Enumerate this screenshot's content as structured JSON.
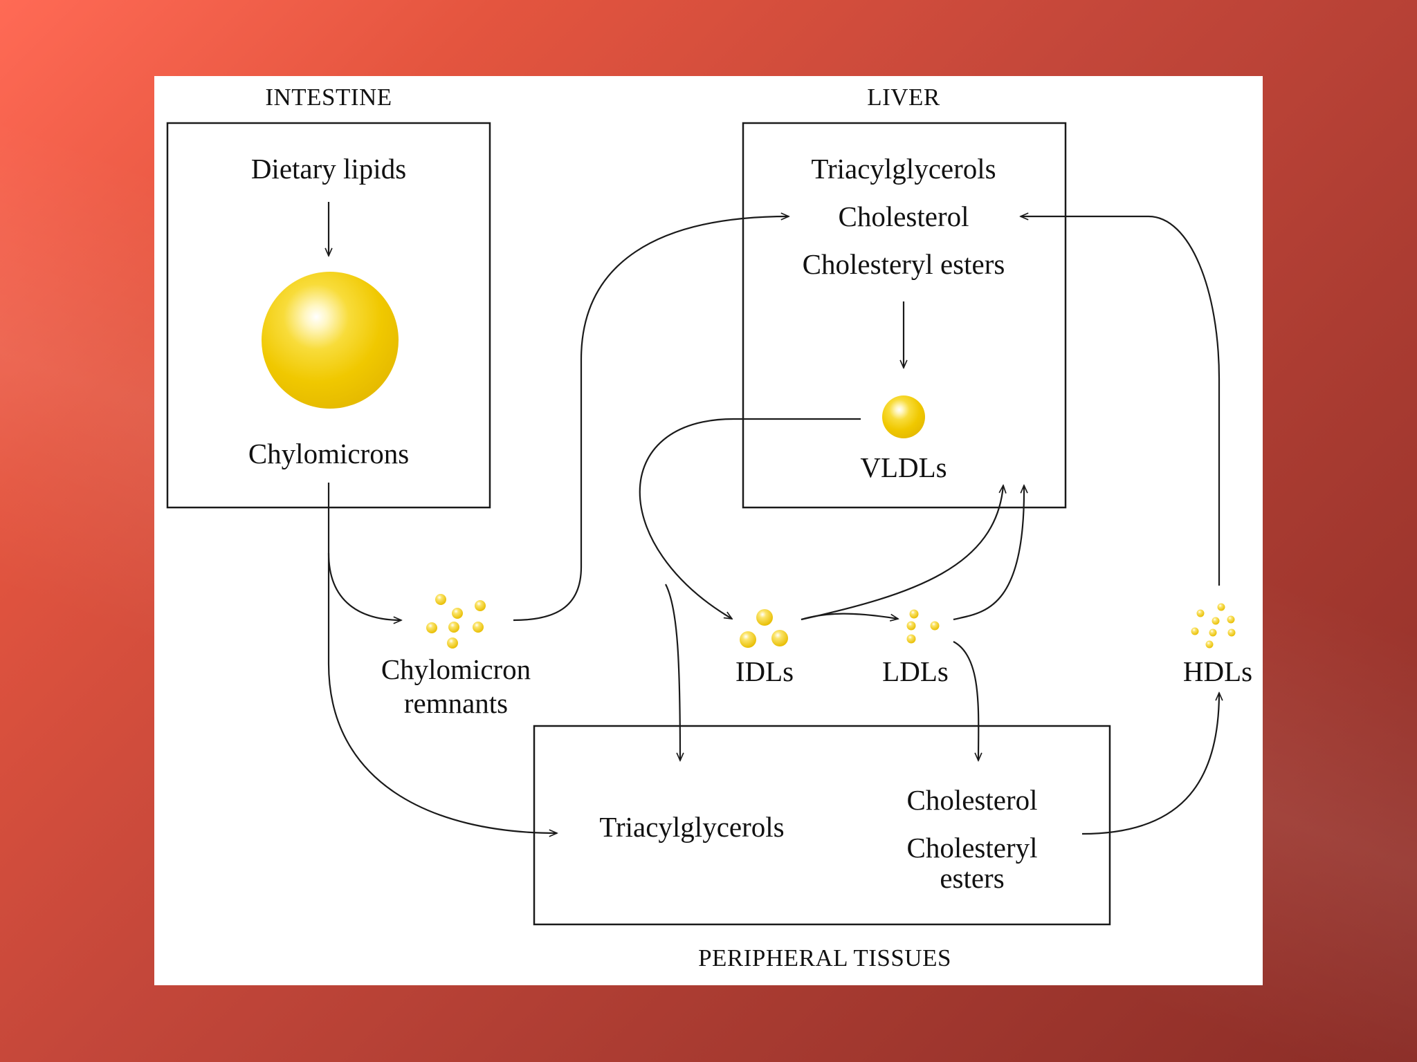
{
  "colors": {
    "particle": "#f2cc00",
    "particle_highlight": "#fffbe0",
    "line": "#1a1a1a",
    "panel": "#ffffff"
  },
  "regions": {
    "intestine": "INTESTINE",
    "liver": "LIVER",
    "peripheral": "PERIPHERAL TISSUES"
  },
  "intestine": {
    "dietary_lipids": "Dietary lipids",
    "chylomicrons": "Chylomicrons"
  },
  "liver": {
    "triacylglycerols": "Triacylglycerols",
    "cholesterol": "Cholesterol",
    "cholesteryl_esters": "Cholesteryl esters",
    "vldls": "VLDLs"
  },
  "circulation": {
    "chylomicron_remnants_line1": "Chylomicron",
    "chylomicron_remnants_line2": "remnants",
    "idls": "IDLs",
    "ldls": "LDLs",
    "hdls": "HDLs"
  },
  "peripheral": {
    "triacylglycerols": "Triacylglycerols",
    "cholesterol": "Cholesterol",
    "cholesteryl_line1": "Cholesteryl",
    "cholesteryl_line2": "esters"
  }
}
